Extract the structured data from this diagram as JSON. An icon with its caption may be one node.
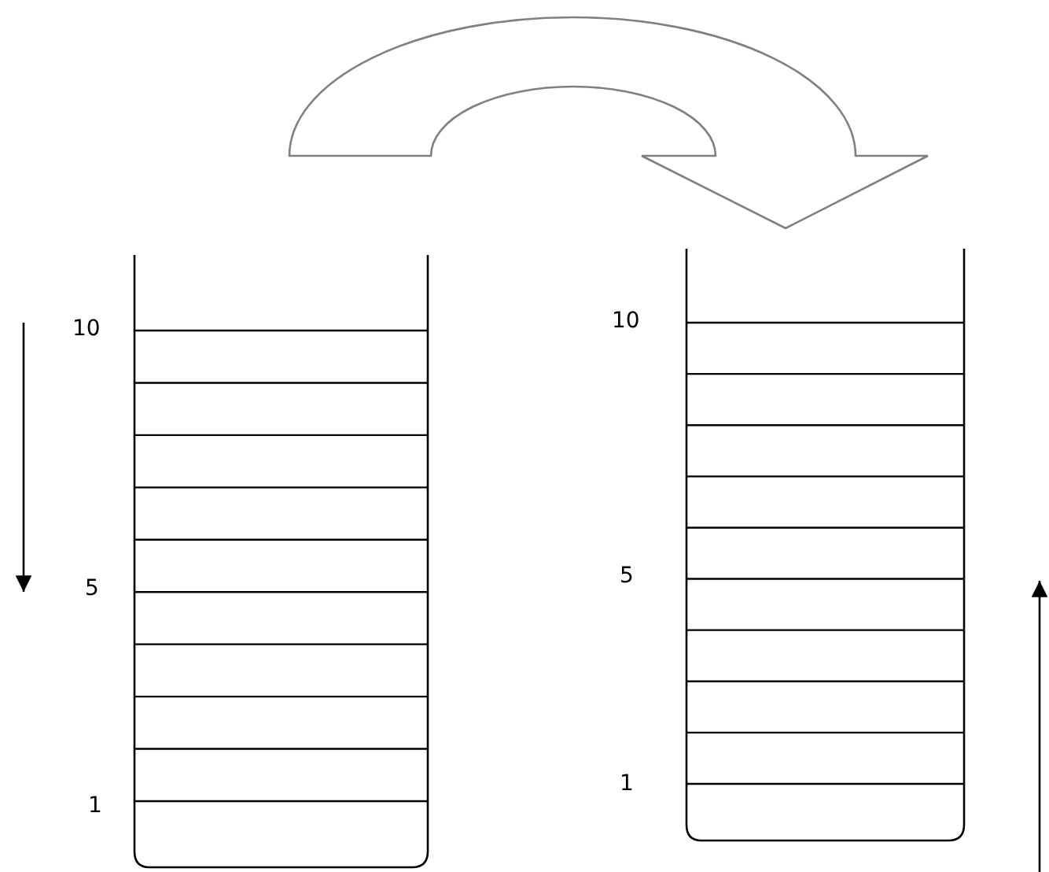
{
  "diagram": {
    "nodes": [
      {
        "text": [],
        "shape": "box"
      },
      {
        "text": [],
        "shape": "box"
      }
    ],
    "edges": [
      {
        "from": 0,
        "to": 1,
        "arrow": "to"
      }
    ],
    "labels": [
      "10",
      "5",
      "1",
      "10",
      "5",
      "1"
    ]
  }
}
